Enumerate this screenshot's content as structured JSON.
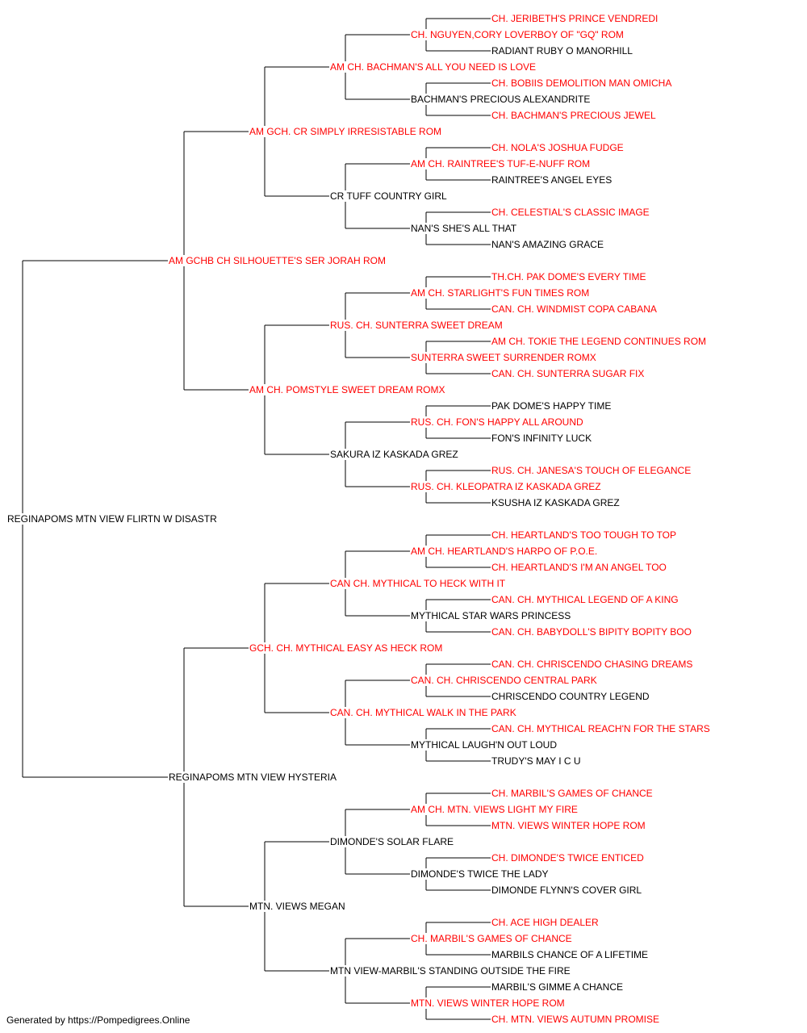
{
  "colors": {
    "champion": "#ff0000",
    "regular": "#000000",
    "line": "#000000"
  },
  "pedigree": {
    "name": "REGINAPOMS MTN VIEW FLIRTN W DISASTR",
    "red": false,
    "sire": {
      "name": "AM GCHB CH SILHOUETTE'S SER JORAH ROM",
      "red": true,
      "sire": {
        "name": "AM GCH. CR SIMPLY IRRESISTABLE ROM",
        "red": true,
        "sire": {
          "name": "AM CH. BACHMAN'S ALL YOU NEED IS LOVE",
          "red": true,
          "sire": {
            "name": "CH. NGUYEN,CORY LOVERBOY OF \"GQ\" ROM",
            "red": true,
            "sire": {
              "name": "CH. JERIBETH'S PRINCE VENDREDI",
              "red": true
            },
            "dam": {
              "name": "RADIANT RUBY O MANORHILL",
              "red": false
            }
          },
          "dam": {
            "name": "BACHMAN'S PRECIOUS ALEXANDRITE",
            "red": false,
            "sire": {
              "name": "CH. BOBIIS DEMOLITION MAN OMICHA",
              "red": true
            },
            "dam": {
              "name": "CH. BACHMAN'S PRECIOUS JEWEL",
              "red": true
            }
          }
        },
        "dam": {
          "name": "CR TUFF COUNTRY GIRL",
          "red": false,
          "sire": {
            "name": "AM CH. RAINTREE'S TUF-E-NUFF ROM",
            "red": true,
            "sire": {
              "name": "CH. NOLA'S JOSHUA FUDGE",
              "red": true
            },
            "dam": {
              "name": "RAINTREE'S ANGEL EYES",
              "red": false
            }
          },
          "dam": {
            "name": "NAN'S SHE'S ALL THAT",
            "red": false,
            "sire": {
              "name": "CH. CELESTIAL'S CLASSIC IMAGE",
              "red": true
            },
            "dam": {
              "name": "NAN'S AMAZING GRACE",
              "red": false
            }
          }
        }
      },
      "dam": {
        "name": "AM CH. POMSTYLE SWEET DREAM ROMX",
        "red": true,
        "sire": {
          "name": "RUS. CH. SUNTERRA SWEET DREAM",
          "red": true,
          "sire": {
            "name": "AM CH. STARLIGHT'S FUN TIMES ROM",
            "red": true,
            "sire": {
              "name": "TH.CH. PAK DOME'S EVERY TIME",
              "red": true
            },
            "dam": {
              "name": "CAN. CH. WINDMIST COPA CABANA",
              "red": true
            }
          },
          "dam": {
            "name": "SUNTERRA SWEET SURRENDER ROMX",
            "red": true,
            "sire": {
              "name": "AM CH. TOKIE THE LEGEND CONTINUES ROM",
              "red": true
            },
            "dam": {
              "name": "CAN. CH. SUNTERRA SUGAR FIX",
              "red": true
            }
          }
        },
        "dam": {
          "name": "SAKURA IZ KASKADA GREZ",
          "red": false,
          "sire": {
            "name": "RUS. CH. FON'S HAPPY ALL AROUND",
            "red": true,
            "sire": {
              "name": "PAK DOME'S HAPPY TIME",
              "red": false
            },
            "dam": {
              "name": "FON'S INFINITY LUCK",
              "red": false
            }
          },
          "dam": {
            "name": "RUS. CH. KLEOPATRA IZ KASKADA GREZ",
            "red": true,
            "sire": {
              "name": "RUS. CH. JANESA'S TOUCH OF ELEGANCE",
              "red": true
            },
            "dam": {
              "name": "KSUSHA IZ KASKADA GREZ",
              "red": false
            }
          }
        }
      }
    },
    "dam": {
      "name": "REGINAPOMS MTN VIEW HYSTERIA",
      "red": false,
      "sire": {
        "name": "GCH. CH. MYTHICAL EASY AS HECK ROM",
        "red": true,
        "sire": {
          "name": "CAN CH. MYTHICAL TO HECK WITH IT",
          "red": true,
          "sire": {
            "name": "AM CH. HEARTLAND'S HARPO OF P.O.E.",
            "red": true,
            "sire": {
              "name": "CH. HEARTLAND'S TOO TOUGH TO TOP",
              "red": true
            },
            "dam": {
              "name": "CH. HEARTLAND'S I'M AN ANGEL TOO",
              "red": true
            }
          },
          "dam": {
            "name": "MYTHICAL STAR WARS PRINCESS",
            "red": false,
            "sire": {
              "name": "CAN. CH. MYTHICAL LEGEND OF A KING",
              "red": true
            },
            "dam": {
              "name": "CAN. CH. BABYDOLL'S BIPITY BOPITY BOO",
              "red": true
            }
          }
        },
        "dam": {
          "name": "CAN. CH. MYTHICAL WALK IN THE PARK",
          "red": true,
          "sire": {
            "name": "CAN. CH. CHRISCENDO CENTRAL PARK",
            "red": true,
            "sire": {
              "name": "CAN. CH. CHRISCENDO CHASING DREAMS",
              "red": true
            },
            "dam": {
              "name": "CHRISCENDO COUNTRY LEGEND",
              "red": false
            }
          },
          "dam": {
            "name": "MYTHICAL LAUGH'N OUT LOUD",
            "red": false,
            "sire": {
              "name": "CAN. CH. MYTHICAL REACH'N FOR THE STARS",
              "red": true
            },
            "dam": {
              "name": "TRUDY'S MAY I C U",
              "red": false
            }
          }
        }
      },
      "dam": {
        "name": "MTN. VIEWS MEGAN",
        "red": false,
        "sire": {
          "name": "DIMONDE'S SOLAR FLARE",
          "red": false,
          "sire": {
            "name": "AM CH. MTN. VIEWS LIGHT MY FIRE",
            "red": true,
            "sire": {
              "name": "CH. MARBIL'S GAMES OF CHANCE",
              "red": true
            },
            "dam": {
              "name": "MTN. VIEWS WINTER HOPE ROM",
              "red": true
            }
          },
          "dam": {
            "name": "DIMONDE'S TWICE THE LADY",
            "red": false,
            "sire": {
              "name": "CH. DIMONDE'S TWICE ENTICED",
              "red": true
            },
            "dam": {
              "name": "DIMONDE FLYNN'S COVER GIRL",
              "red": false
            }
          }
        },
        "dam": {
          "name": "MTN VIEW-MARBIL'S STANDING OUTSIDE THE FIRE",
          "red": false,
          "sire": {
            "name": "CH. MARBIL'S GAMES OF CHANCE",
            "red": true,
            "sire": {
              "name": "CH. ACE HIGH DEALER",
              "red": true
            },
            "dam": {
              "name": "MARBILS CHANCE OF A LIFETIME",
              "red": false
            }
          },
          "dam": {
            "name": "MTN. VIEWS WINTER HOPE ROM",
            "red": true,
            "sire": {
              "name": "MARBIL'S GIMME A CHANCE",
              "red": false
            },
            "dam": {
              "name": "CH. MTN. VIEWS AUTUMN PROMISE",
              "red": true
            }
          }
        }
      }
    }
  },
  "footer": "Generated by https://Pompedigrees.Online"
}
